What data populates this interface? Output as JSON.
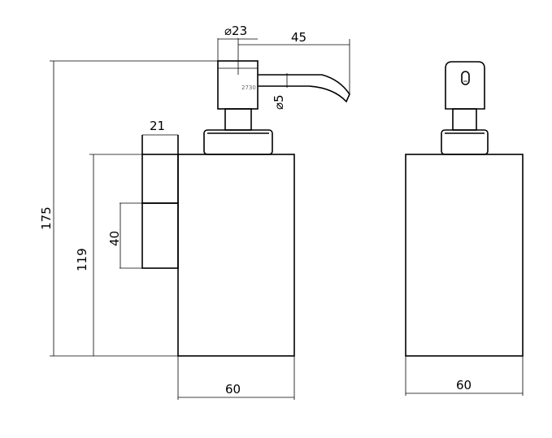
{
  "dimensions": {
    "pump_diameter": "⌀23",
    "spout_reach": "45",
    "spout_diameter": "⌀5",
    "bracket_width": "21",
    "bracket_height": "40",
    "total_height": "175",
    "body_height": "119",
    "body_width_side": "60",
    "body_width_front": "60"
  },
  "part_code": "2730",
  "colors": {
    "line": "#000000",
    "background": "#ffffff"
  }
}
